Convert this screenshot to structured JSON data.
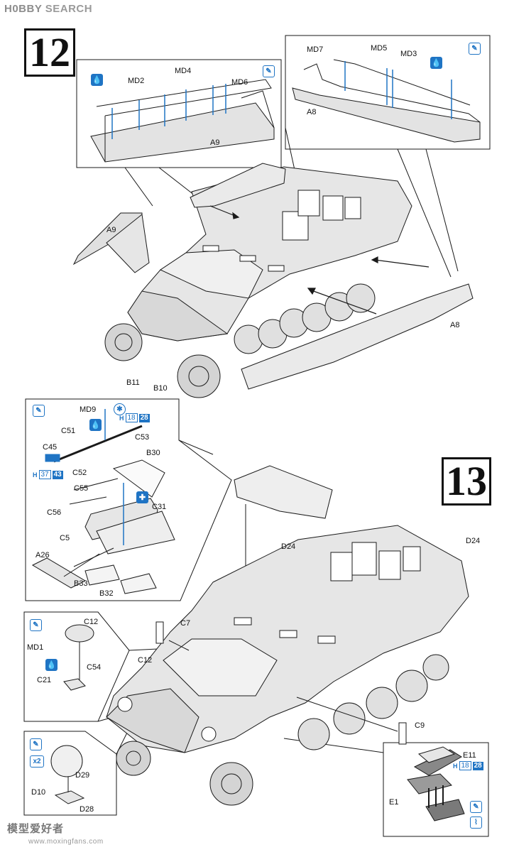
{
  "brand": {
    "logo": "H0BBY",
    "search": "SEARCH"
  },
  "steps": {
    "step12": "12",
    "step13": "13"
  },
  "colors": {
    "accent": "#1f74c4",
    "line": "#1a1a1a",
    "metal": "#d9d9d9"
  },
  "icons": {
    "paint": "brush-icon",
    "glue": "drop-icon",
    "cement": "cement-icon",
    "decal": "decal-icon"
  },
  "step12_labels": {
    "md2": "MD2",
    "md4": "MD4",
    "md6": "MD6",
    "a9_inset": "A9",
    "md7": "MD7",
    "md5": "MD5",
    "md3": "MD3",
    "a8_inset": "A8",
    "a9_main": "A9",
    "a8_main": "A8",
    "b11": "B11",
    "b10": "B10"
  },
  "step13_labels": {
    "md9": "MD9",
    "c51": "C51",
    "c53": "C53",
    "c45": "C45",
    "b30": "B30",
    "c52": "C52",
    "c55": "C55",
    "c56": "C56",
    "c31": "C31",
    "c5": "C5",
    "a26": "A26",
    "b33": "B33",
    "b32": "B32",
    "d24_left": "D24",
    "d24_right": "D24",
    "c12_inset": "C12",
    "md1": "MD1",
    "c54": "C54",
    "c21": "C21",
    "c7": "C7",
    "c12_main": "C12",
    "d29": "D29",
    "d10": "D10",
    "d28": "D28",
    "x2": "x2",
    "c9": "C9",
    "e11": "E11",
    "e1": "E1"
  },
  "paint_refs": {
    "p1": {
      "prefix": "H",
      "n1": "18",
      "n2": "28"
    },
    "p2": {
      "prefix": "H",
      "n1": "37",
      "n2": "43"
    },
    "p3": {
      "prefix": "H",
      "n1": "18",
      "n2": "28"
    }
  },
  "watermark": {
    "cn": "模型爱好者",
    "url": "www.moxingfans.com"
  }
}
